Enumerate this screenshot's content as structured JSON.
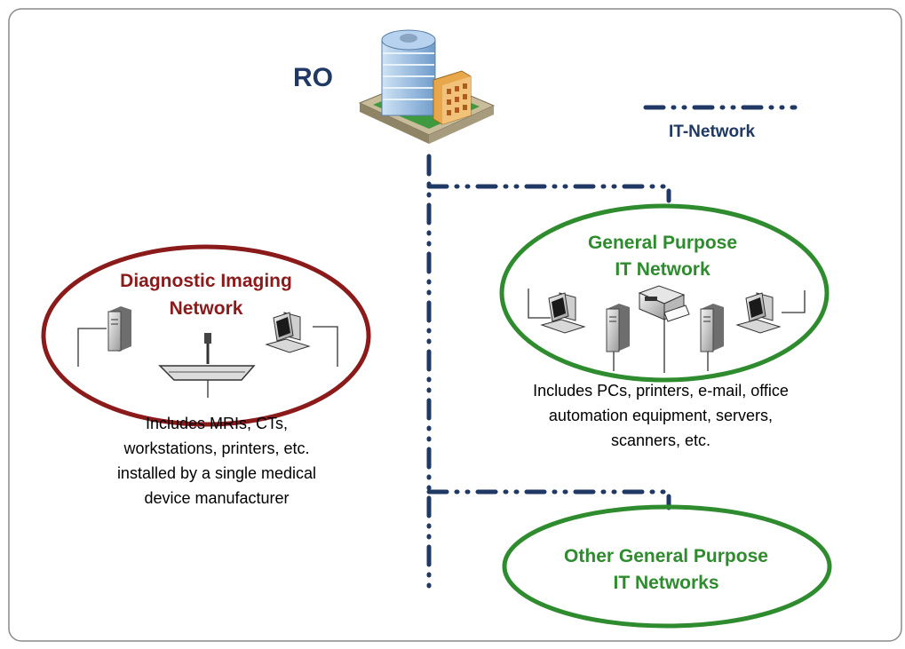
{
  "ro": {
    "label": "RO",
    "icon": "office-building-icon"
  },
  "legend": {
    "label": "IT-Network",
    "line_color": "#1f3864",
    "line_style": "dash-dot-dot"
  },
  "diagnostic_network": {
    "title_line1": "Diagnostic Imaging",
    "title_line2": "Network",
    "color": "#8b1a1a",
    "description": [
      "Includes MRIs, CTs,",
      "workstations, printers, etc.",
      "installed by a single medical",
      "device manufacturer"
    ],
    "devices": [
      "server-tower-icon",
      "mri-scanner-icon",
      "workstation-pc-icon"
    ]
  },
  "general_network": {
    "title_line1": "General Purpose",
    "title_line2": "IT Network",
    "color": "#2e8b2e",
    "description": [
      "Includes PCs, printers, e-mail, office",
      "automation equipment, servers,",
      "scanners, etc."
    ],
    "devices": [
      "workstation-pc-icon",
      "server-tower-icon",
      "printer-icon",
      "server-tower-icon",
      "workstation-pc-icon"
    ]
  },
  "other_networks": {
    "title_line1": "Other General Purpose",
    "title_line2": "IT Networks",
    "color": "#2e8b2e"
  }
}
